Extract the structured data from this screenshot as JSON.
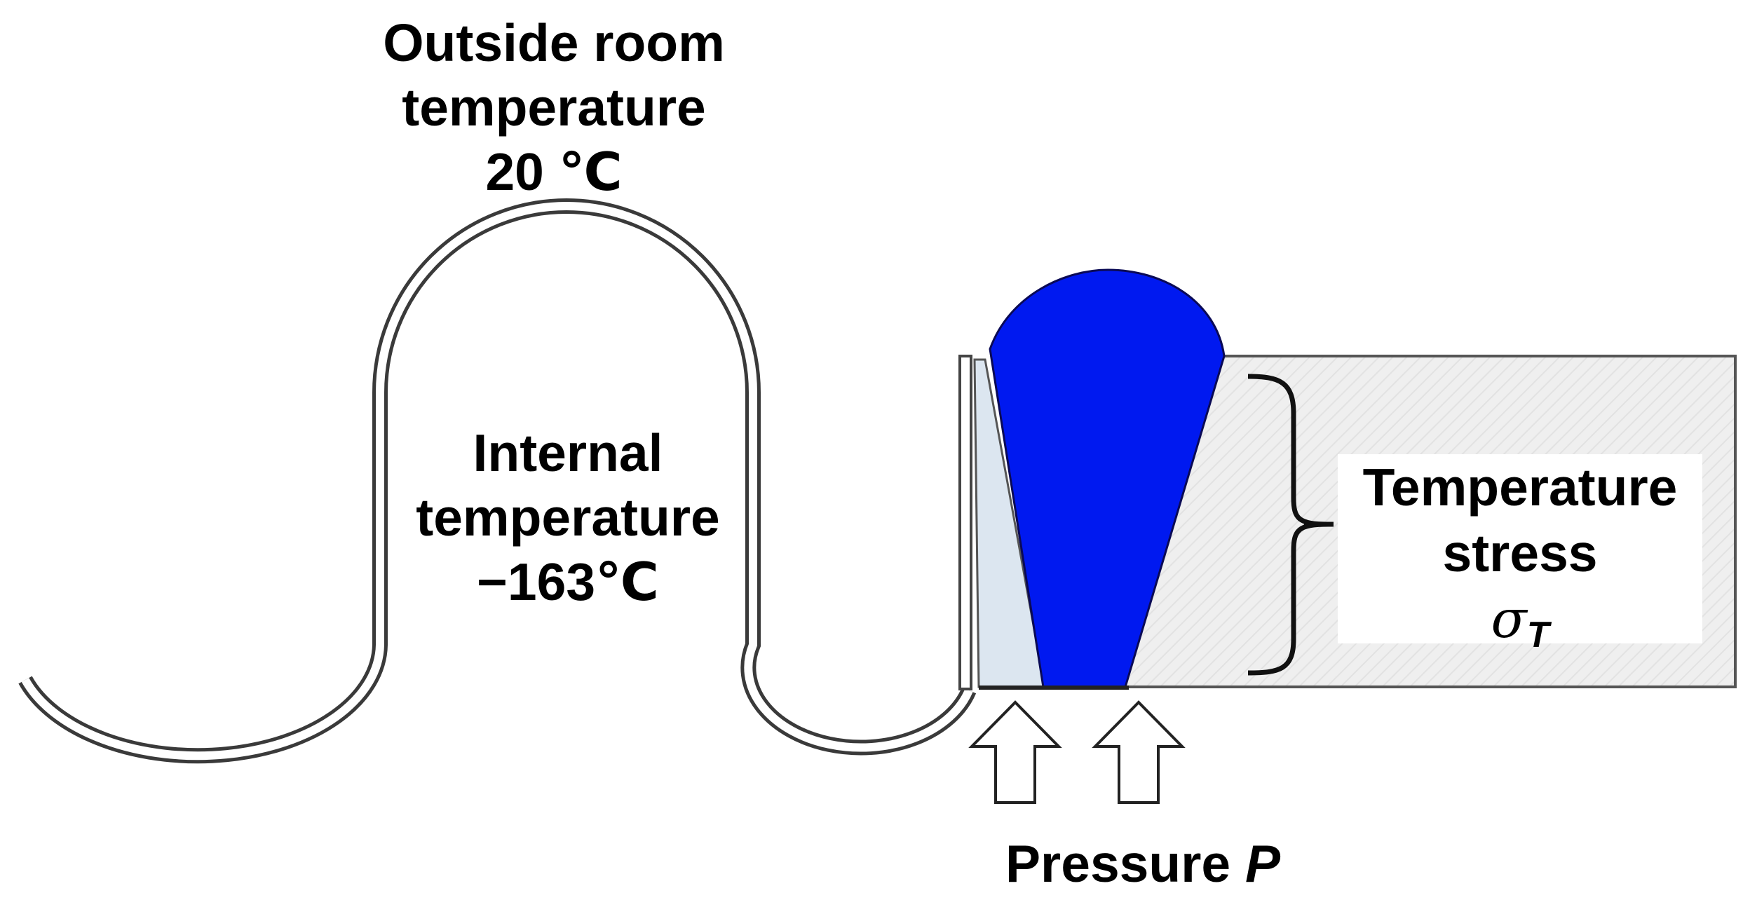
{
  "colors": {
    "weld_fill": "#0019F0",
    "plate_fill": "#EEEEEE",
    "membrane_gap_fill": "#DCE6F0",
    "outline": "#444444",
    "text": "#000000"
  },
  "labels": {
    "outside": {
      "line1": "Outside room",
      "line2": "temperature",
      "line3": "20 ℃"
    },
    "internal": {
      "line1": "Internal",
      "line2": "temperature",
      "line3": "−163℃"
    },
    "stress": {
      "line1": "Temperature",
      "line2": "stress",
      "symbol": "σ",
      "subscript": "T"
    },
    "pressure": {
      "text": "Pressure ",
      "symbol": "P"
    }
  }
}
